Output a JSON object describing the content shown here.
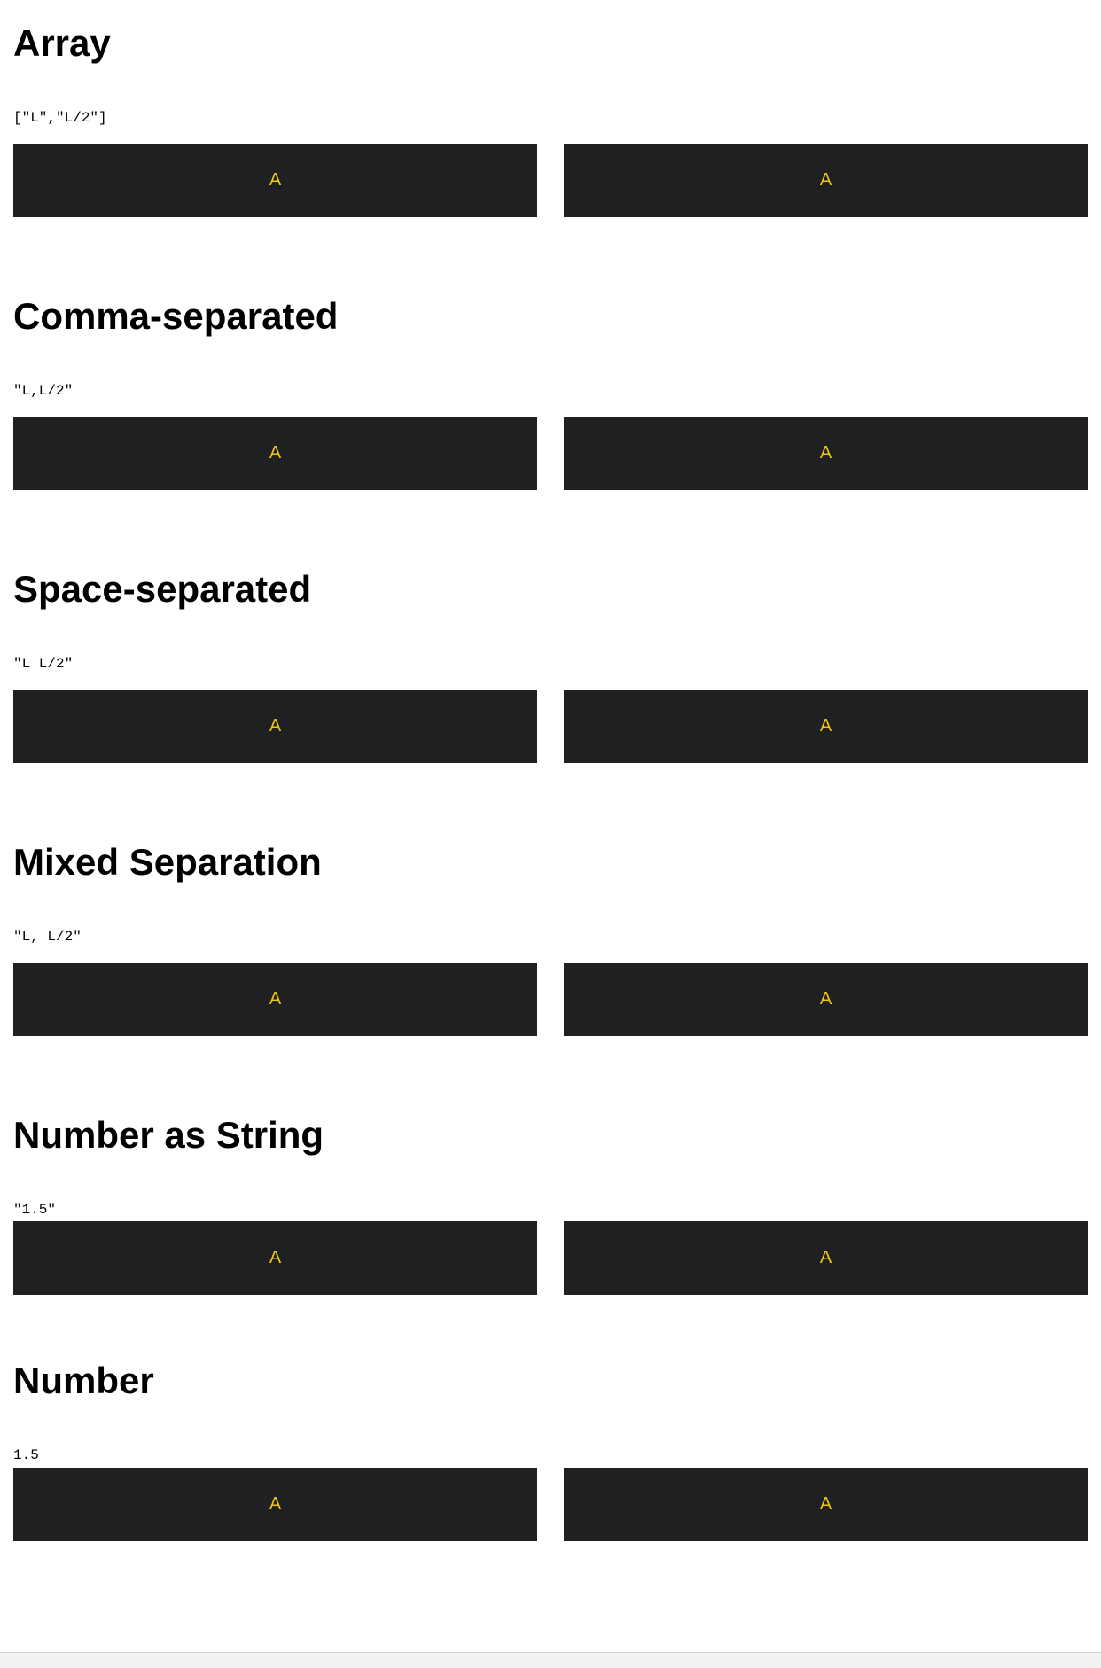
{
  "sections": [
    {
      "title": "Array",
      "value": "[\"L\",\"L/2\"]",
      "tiles": [
        "A",
        "A"
      ]
    },
    {
      "title": "Comma-separated",
      "value": "\"L,L/2\"",
      "tiles": [
        "A",
        "A"
      ]
    },
    {
      "title": "Space-separated",
      "value": "\"L L/2\"",
      "tiles": [
        "A",
        "A"
      ]
    },
    {
      "title": "Mixed Separation",
      "value": "\"L, L/2\"",
      "tiles": [
        "A",
        "A"
      ]
    },
    {
      "title": "Number as String",
      "value": "\"1.5\"",
      "tiles": [
        "A",
        "A"
      ]
    },
    {
      "title": "Number",
      "value": "1.5",
      "tiles": [
        "A",
        "A"
      ]
    }
  ],
  "colors": {
    "tile_background": "#1f2022",
    "tile_text": "#f1c40f"
  }
}
